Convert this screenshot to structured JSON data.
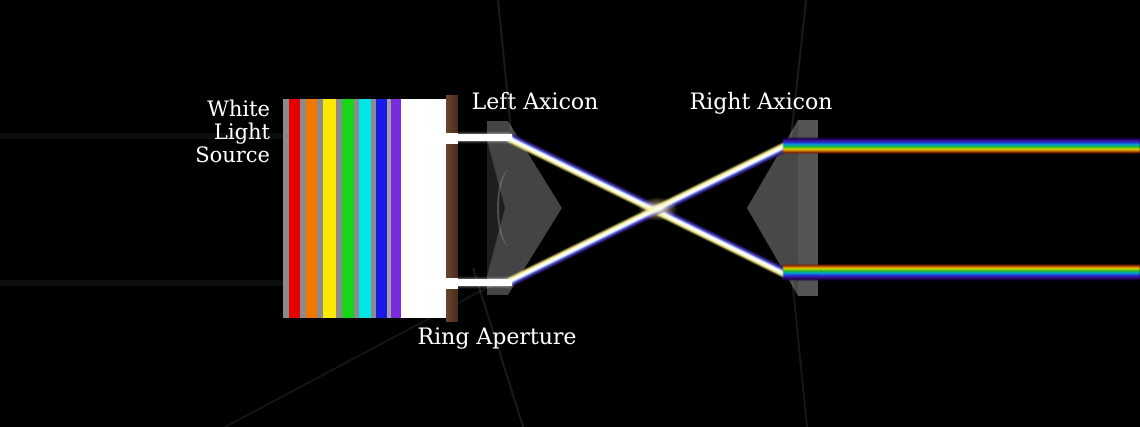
{
  "labels": {
    "source": "White\nLight\nSource",
    "left_axicon": "Left Axicon",
    "right_axicon": "Right Axicon",
    "ring_aperture": "Ring Aperture"
  },
  "colors": {
    "background": "#000000",
    "text": "#ffffff",
    "aperture_brown": "#5c3b28",
    "axicon_gray": "rgba(212,212,212,0.33)",
    "beam_white": "#ffffff"
  },
  "source_block": {
    "stripes": [
      {
        "color": "#8b8b8b",
        "width": 6
      },
      {
        "color": "#e60000",
        "width": 11
      },
      {
        "color": "#8b8b8b",
        "width": 6
      },
      {
        "color": "#f07800",
        "width": 11
      },
      {
        "color": "#8b8b8b",
        "width": 6
      },
      {
        "color": "#ffe800",
        "width": 13
      },
      {
        "color": "#8b8b8b",
        "width": 6
      },
      {
        "color": "#17d517",
        "width": 12
      },
      {
        "color": "#8b8b8b",
        "width": 5
      },
      {
        "color": "#00e5e5",
        "width": 12
      },
      {
        "color": "#8b8b8b",
        "width": 5
      },
      {
        "color": "#1a1ae6",
        "width": 11
      },
      {
        "color": "#a0a0a0",
        "width": 4
      },
      {
        "color": "#7a2be0",
        "width": 10
      },
      {
        "color": "#ffffff",
        "width": 45
      }
    ]
  },
  "beams": {
    "top_out_stops": [
      "rgba(20,0,60,0) 0%",
      "#16003f 10%",
      "#3c0a96 20%",
      "#2133d2 33%",
      "#00a8d8 46%",
      "#1eb41e 59%",
      "#dede00 72%",
      "#cf6a00 83%",
      "#7a1a00 92%",
      "rgba(60,10,0,0) 100%"
    ],
    "bottom_out_stops": [
      "rgba(60,10,0,0) 0%",
      "#7a1a00 8%",
      "#cf6a00 17%",
      "#dede00 28%",
      "#1eb41e 41%",
      "#00a8d8 54%",
      "#2133d2 67%",
      "#3c0a96 80%",
      "#16003f 90%",
      "rgba(20,0,60,0) 100%"
    ],
    "diag_down_stops": [
      "rgba(40,16,96,0) 0%",
      "#2a1060 12%",
      "#4253d8 30%",
      "#ffffff 47%",
      "#ffffff 63%",
      "#efe678 82%",
      "rgba(239,230,120,0) 100%"
    ],
    "diag_up_stops": [
      "rgba(239,230,120,0) 0%",
      "#efe678 18%",
      "#ffffff 37%",
      "#ffffff 53%",
      "#4253d8 70%",
      "#2a1060 88%",
      "rgba(40,16,96,0) 100%"
    ],
    "top_out_color_order": [
      "violet",
      "blue",
      "cyan",
      "green",
      "yellow",
      "orange",
      "red"
    ],
    "bottom_out_color_order": [
      "red",
      "orange",
      "yellow",
      "green",
      "cyan",
      "blue",
      "violet"
    ]
  }
}
